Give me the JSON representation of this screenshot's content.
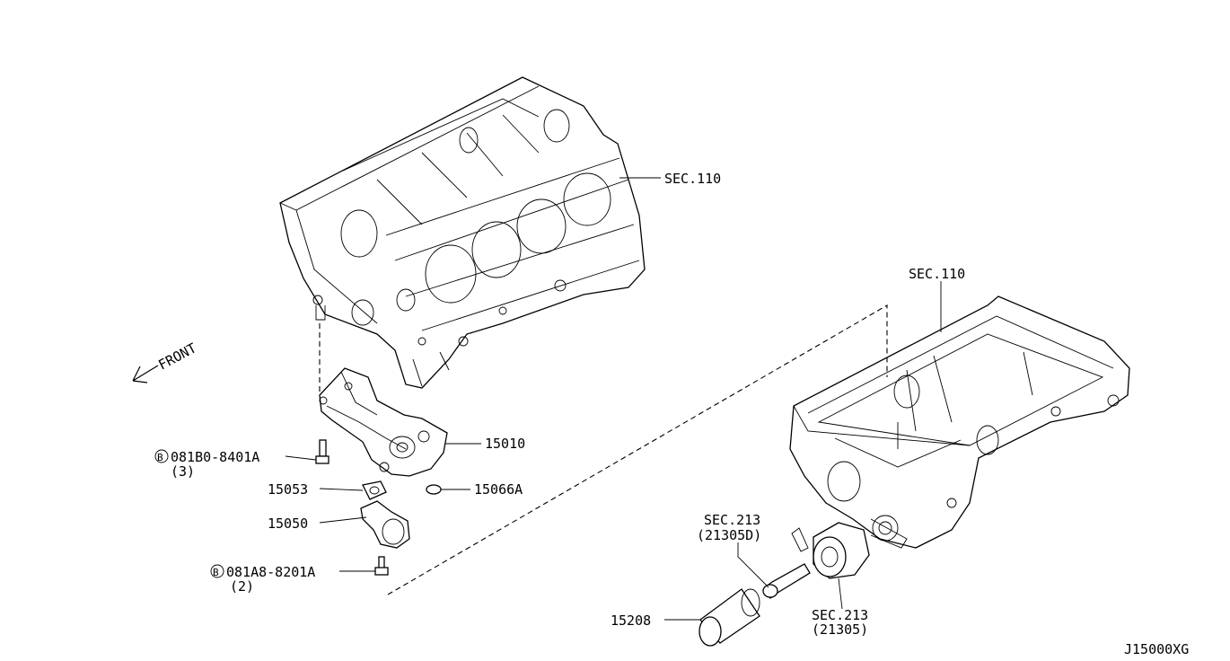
{
  "labels": {
    "sec110_block": "SEC.110",
    "sec110_pan": "SEC.110",
    "front": "FRONT",
    "part_15010": "15010",
    "bolt_b1": "081B0-8401A",
    "bolt_b1_qty": "(3)",
    "part_15066A": "15066A",
    "part_15053": "15053",
    "part_15050": "15050",
    "bolt_b2": "081A8-8201A",
    "bolt_b2_qty": "(2)",
    "sec213_a": "SEC.213",
    "sec213_a_sub": "(21305D)",
    "sec213_b": "SEC.213",
    "sec213_b_sub": "(21305)",
    "part_15208": "15208",
    "diagram_id": "J15000XG",
    "bolt_symbol": "B"
  }
}
